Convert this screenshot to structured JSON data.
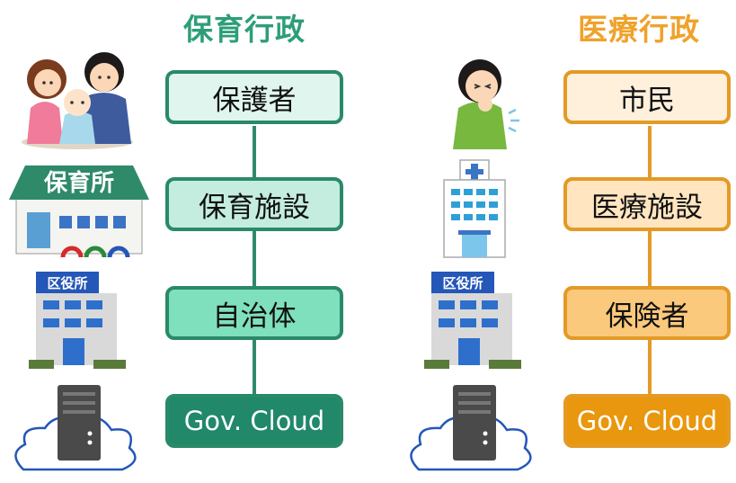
{
  "left": {
    "title": "保育行政",
    "boxes": [
      "保護者",
      "保育施設",
      "自治体",
      "Gov. Cloud"
    ],
    "nursery_sign": "保育所",
    "office_sign": "区役所"
  },
  "right": {
    "title": "医療行政",
    "boxes": [
      "市民",
      "医療施設",
      "保険者",
      "Gov. Cloud"
    ],
    "office_sign": "区役所"
  },
  "colors": {
    "green_accent": "#2e9e77",
    "orange_accent": "#f0a22a"
  }
}
